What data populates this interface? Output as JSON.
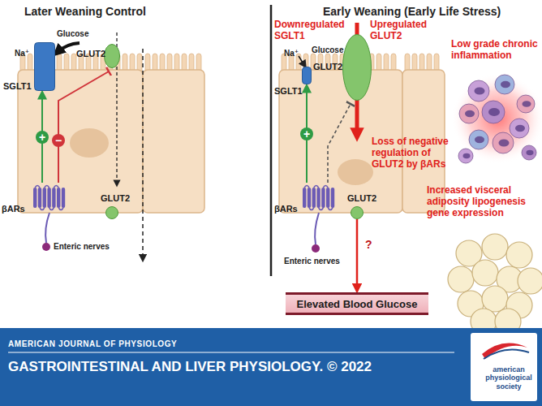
{
  "diagram": {
    "nodes": [
      {
        "text": [
          "SGLT1"
        ]
      },
      {
        "text": [
          "GLUT2"
        ]
      },
      {
        "text": [
          "βARs"
        ]
      },
      {
        "text": [
          "GLUT2"
        ]
      },
      {
        "text": [
          "SGLT1"
        ]
      },
      {
        "text": [
          "GLUT2"
        ]
      },
      {
        "text": [
          "βARs"
        ]
      },
      {
        "text": [
          "GLUT2"
        ]
      },
      {
        "text": [
          "Elevated Blood Glucose"
        ]
      }
    ],
    "edges": [
      {
        "from": 2,
        "to": 0,
        "arrow": "to",
        "label": "+"
      },
      {
        "from": 2,
        "to": 1,
        "arrow": "to",
        "label": "−"
      },
      {
        "from": 6,
        "to": 4,
        "arrow": "to",
        "label": "+"
      },
      {
        "from": 6,
        "to": 5,
        "arrow": "to"
      },
      {
        "from": 7,
        "to": 8,
        "arrow": "to",
        "label": "?"
      }
    ],
    "labels": [
      "Later Weaning Control",
      "Early Weaning (Early Life Stress)",
      "Na⁺",
      "Glucose",
      "Enteric nerves",
      "Downregulated SGLT1",
      "Upregulated GLUT2",
      "Na⁺",
      "Glucose",
      "Loss of negative regulation of GLUT2 by βARs",
      "Enteric nerves",
      "Low grade chronic inflammation",
      "Increased visceral adiposity lipogenesis gene expression",
      "AMERICAN JOURNAL OF PHYSIOLOGY",
      "GASTROINTESTINAL AND LIVER PHYSIOLOGY. © 2022",
      "american physiological society"
    ]
  }
}
